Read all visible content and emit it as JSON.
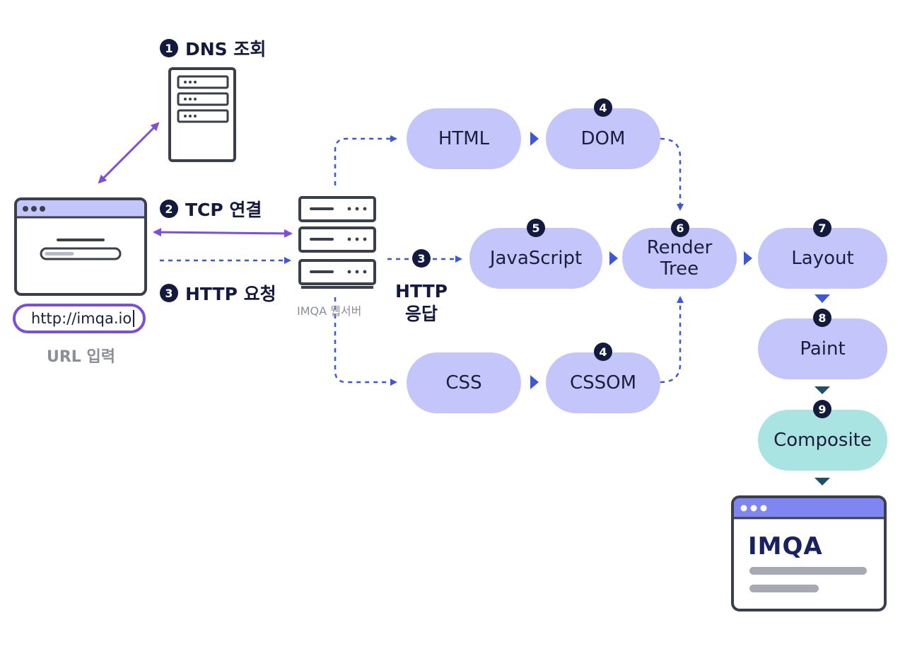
{
  "steps": {
    "dns": {
      "num": "1",
      "text": "DNS 조회"
    },
    "tcp": {
      "num": "2",
      "text": "TCP 연결"
    },
    "http_req": {
      "num": "3",
      "text": "HTTP 요청"
    },
    "http_resp": {
      "num": "3",
      "text": "HTTP\n응답"
    }
  },
  "url_input": {
    "value": "http://imqa.io",
    "caption": "URL 입력"
  },
  "web_server": {
    "caption": "IMQA 웹서버"
  },
  "nodes": {
    "html": "HTML",
    "dom": {
      "label": "DOM",
      "num": "4"
    },
    "javascript": {
      "label": "JavaScript",
      "num": "5"
    },
    "render_tree": {
      "label": "Render\nTree",
      "num": "6"
    },
    "css": "CSS",
    "cssom": {
      "label": "CSSOM",
      "num": "4"
    },
    "layout": {
      "label": "Layout",
      "num": "7"
    },
    "paint": {
      "label": "Paint",
      "num": "8"
    },
    "composite": {
      "label": "Composite",
      "num": "9"
    }
  },
  "result_window": {
    "brand": "IMQA"
  },
  "colors": {
    "pill": "#c4c6fb",
    "composite": "#a9e4e2",
    "badge": "#141a3d",
    "dashed_arrow": "#3d57d6",
    "solid_arrow": "#7b4fd8",
    "window_bar": "#c4c6fb",
    "result_bar": "#7f86f1"
  }
}
